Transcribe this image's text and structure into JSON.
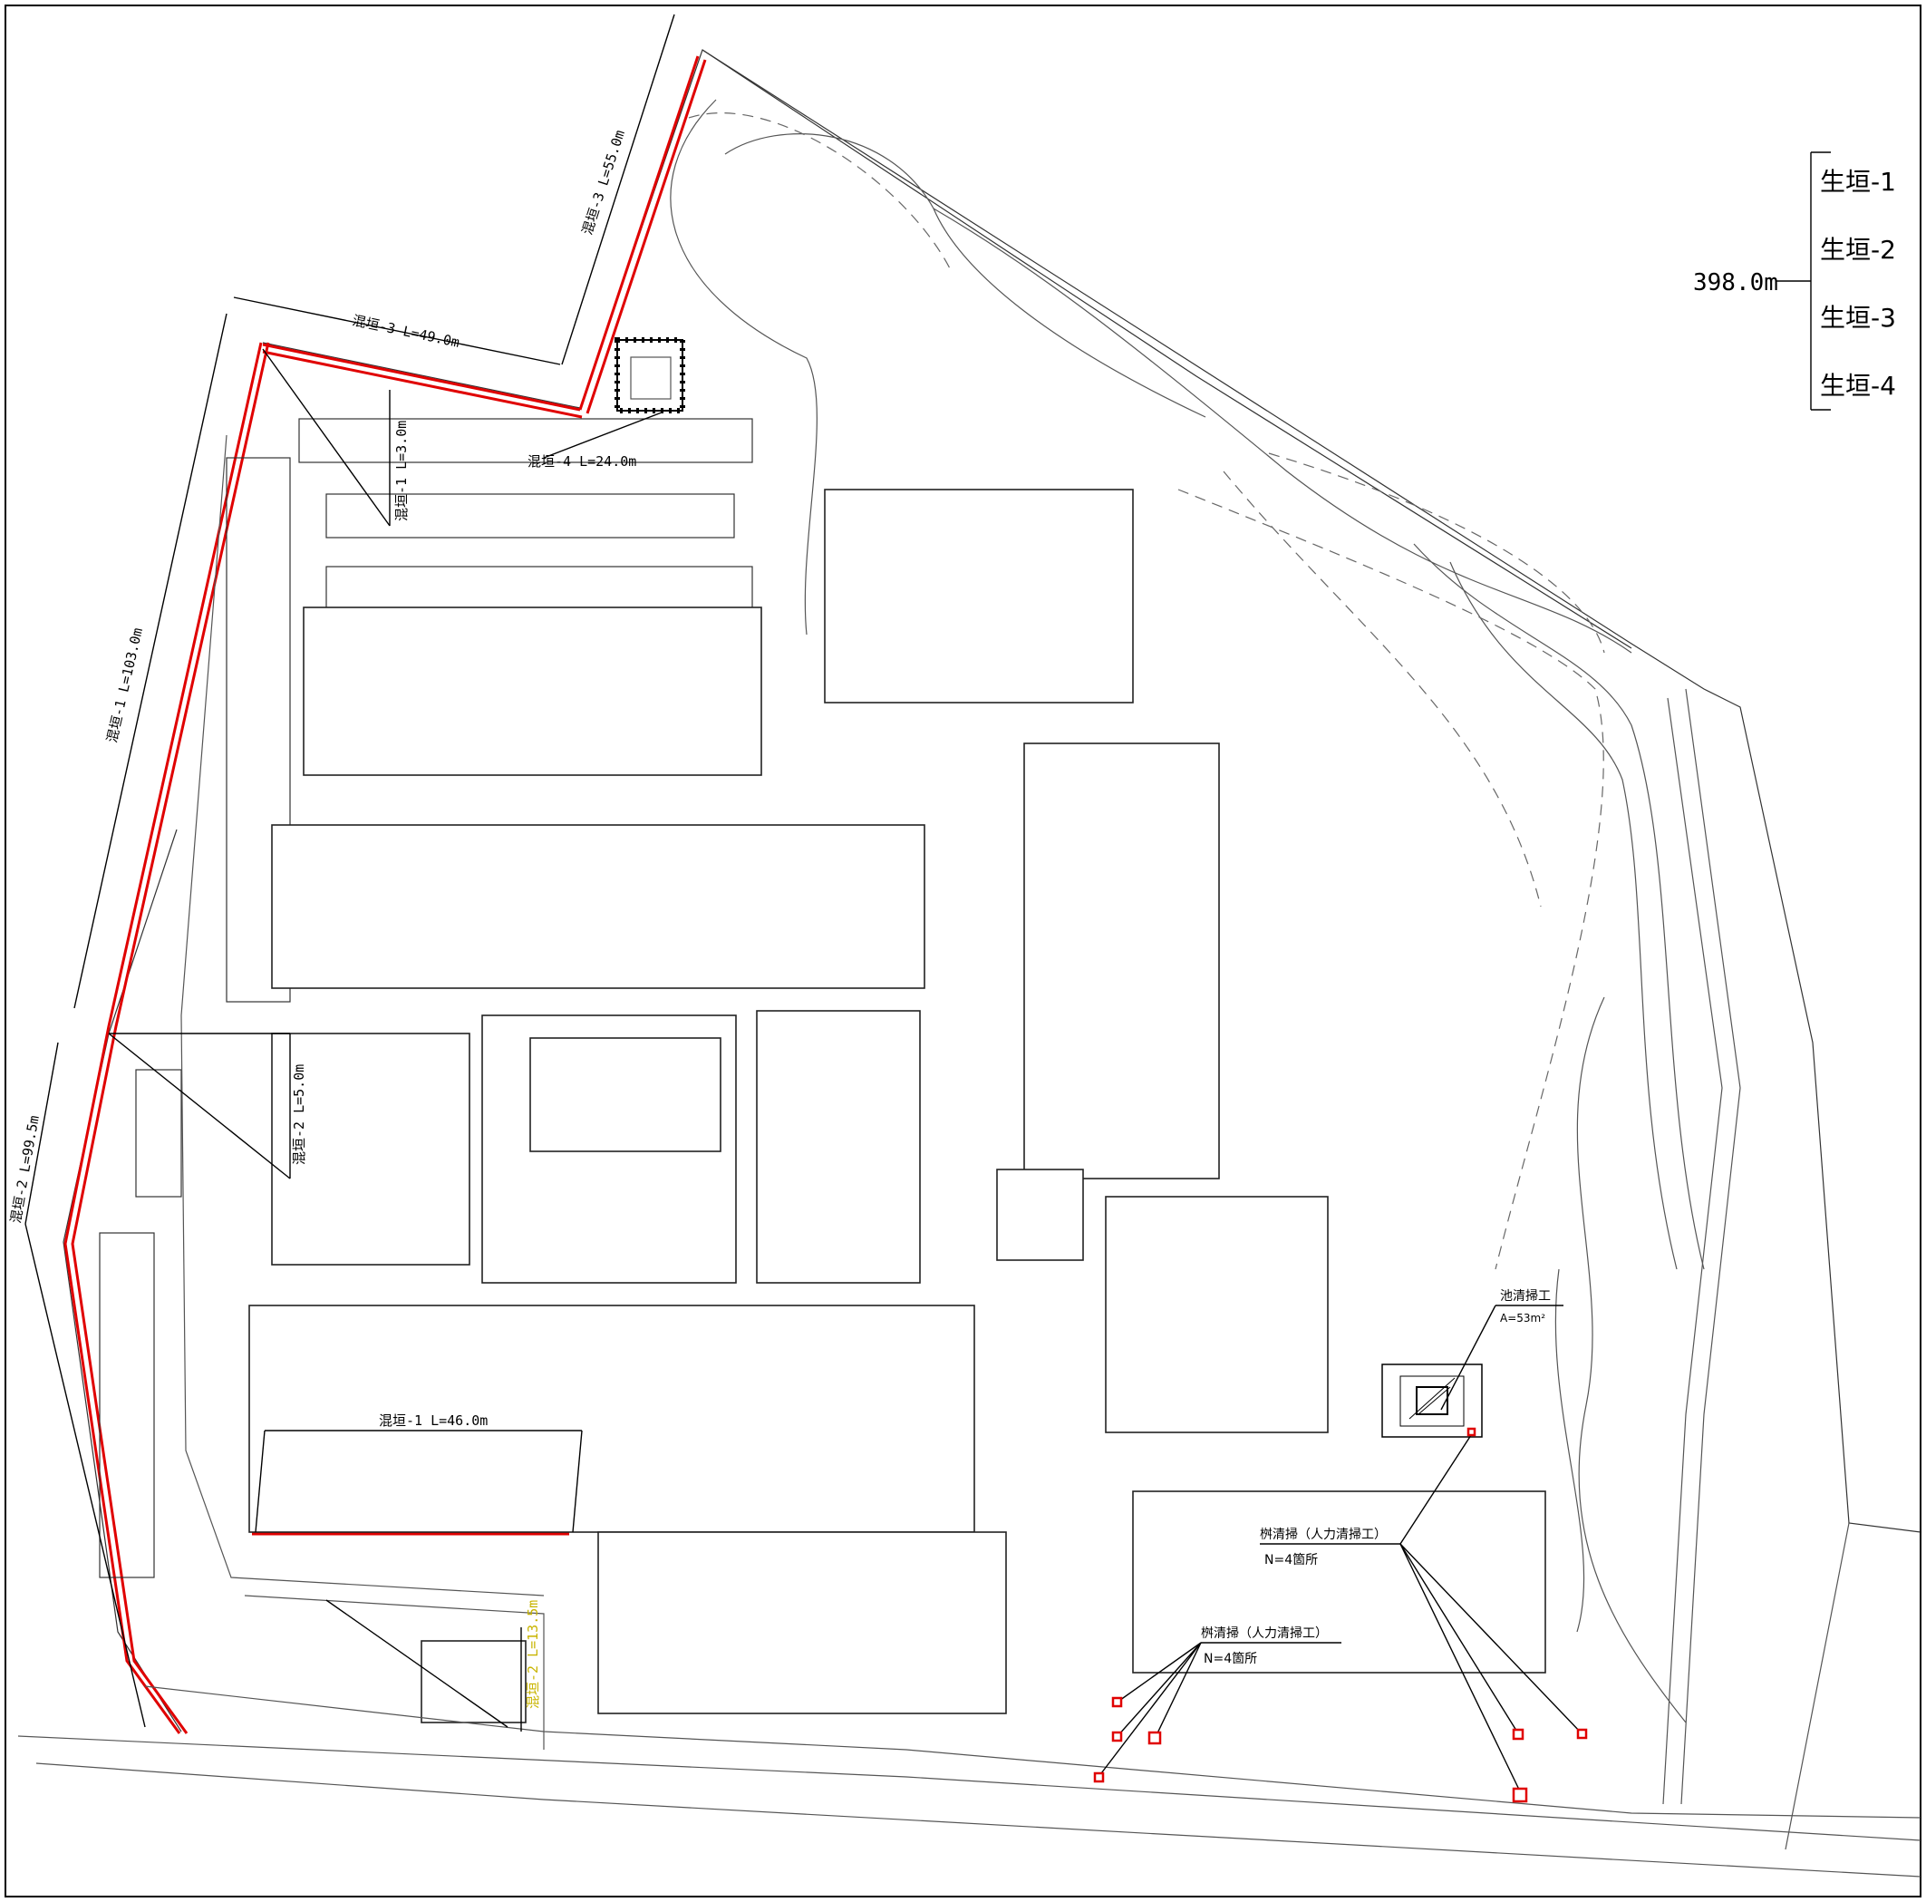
{
  "legend": {
    "total": "398.0m",
    "items": [
      "生垣-1",
      "生垣-2",
      "生垣-3",
      "生垣-4"
    ]
  },
  "dimensions": {
    "konkaki_3_49": "混垣-3 L=49.0m",
    "konkaki_3_55": "混垣-3 L=55.0m",
    "konkaki_4_24": "混垣-4 L=24.0m",
    "konkaki_1_3": "混垣-1 L=3.0m",
    "konkaki_1_103": "混垣-1 L=103.0m",
    "konkaki_2_5": "混垣-2 L=5.0m",
    "konkaki_2_995": "混垣-2 L=99.5m",
    "konkaki_1_46": "混垣-1 L=46.0m",
    "konkaki_2_135": "混垣-2 L=13.5m"
  },
  "annotations": {
    "pond_title": "池清掃工",
    "pond_area": "A=53m²",
    "basin_title_1": "桝清掃（人力清掃工）",
    "basin_count_1": "N=4箇所",
    "basin_title_2": "桝清掃（人力清掃工）",
    "basin_count_2": "N=4箇所"
  },
  "colors": {
    "hedge_line": "#e00000",
    "yellow_label": "#c8b400",
    "linework": "#222222"
  }
}
